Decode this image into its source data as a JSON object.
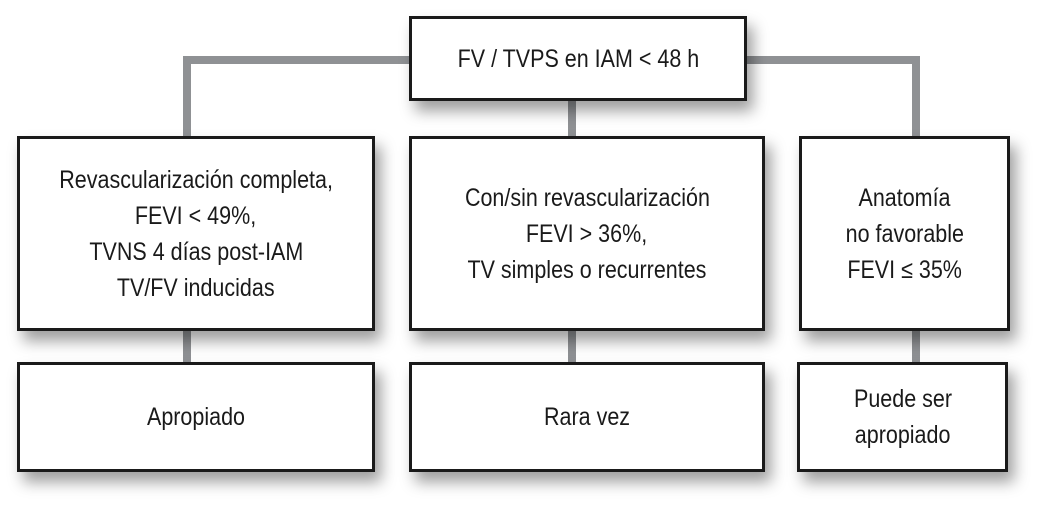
{
  "root": {
    "lines": [
      "FV / TVPS en IAM < 48 h"
    ]
  },
  "criteria": [
    {
      "lines": [
        "Revascularización completa,",
        "FEVI < 49%,",
        "TVNS 4 días post-IAM",
        "TV/FV inducidas"
      ]
    },
    {
      "lines": [
        "Con/sin revascularización",
        "FEVI > 36%,",
        "TV simples o recurrentes"
      ]
    },
    {
      "lines": [
        "Anatomía",
        "no favorable",
        "FEVI ≤ 35%"
      ]
    }
  ],
  "outcomes": [
    {
      "lines": [
        "Apropiado"
      ]
    },
    {
      "lines": [
        "Rara vez"
      ]
    },
    {
      "lines": [
        "Puede ser",
        "apropiado"
      ]
    }
  ]
}
